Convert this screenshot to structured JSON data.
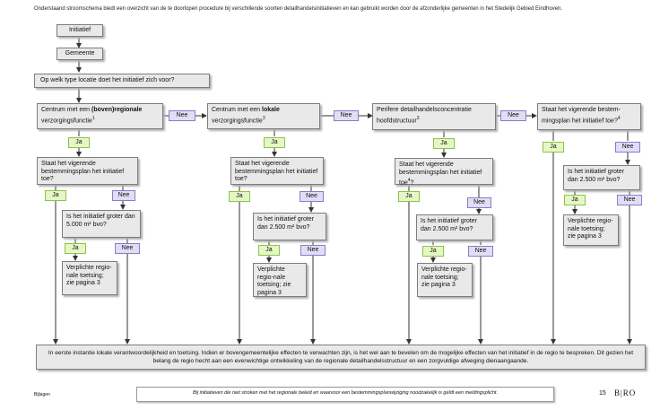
{
  "intro": "Onderstaand stroomschema biedt een overzicht van de te doorlopen procedure bij verschillende soorten detailhandelsinitiatieven en kan gebruikt worden door de afzonderlijke gemeenten in het Stedelijk Gebied Eindhoven.",
  "nodes": {
    "initiatief": "Initiatief",
    "gemeente": "Gemeente",
    "question_location": "Op welk type locatie doet het initiatief zich voor?",
    "col1": {
      "pre": "Centrum met een ",
      "bold": "(boven)regionale",
      "post": " verzorgingsfunctie",
      "sup": "1"
    },
    "col2": {
      "pre": "Centrum met een ",
      "bold": "lokale",
      "post": " verzorgingsfunctie",
      "sup": "3"
    },
    "col3": {
      "pre": "Perifere    detailhandelsconcentratie hoofdstructuur",
      "sup": "3"
    },
    "col4": {
      "text": "Staat het vigerende bestem-mingsplan het initiatief toe?",
      "sup": "4"
    },
    "q_plan_1": "Staat het vigerende bestemmingsplan het initiatief toe?",
    "q_plan_2": "Staat het vigerende bestemmingsplan het initiatief toe?",
    "q_plan_3": {
      "text": "Staat het vigerende bestemmingsplan het initiatief toe",
      "sup": "4",
      "post": "?"
    },
    "q_size_1": "Is het initiatief groter dan 5.000 m² bvo?",
    "q_size_2": "Is het initiatief groter dan 2.500 m² bvo?",
    "q_size_3": "Is het initiatief groter dan 2.500 m² bvo?",
    "q_size_4": "Is het initiatief groter dan 2.500 m² bvo?",
    "verplicht": "Verplichte regio-nale toetsing; zie pagina 3",
    "bottom": "In eerste instantie lokale verantwoordelijkheid en toetsing. Indien er bovengemeentelijke effecten te verwachten zijn, is het wel aan te bevelen om de mogelijke effecten van het initiatief in de regio te bespreken. Dit gezien het belang de regio hecht aan een evenwichtige ontwikkeling van de regionale detailhandelsstructuur en een zorgvuldige afweging dienaangaande."
  },
  "labels": {
    "ja": "Ja",
    "nee": "Nee"
  },
  "footer": {
    "left": "Bijlagen",
    "note": "Bij initiatieven die niet stroken met het regionale beleid en waarvoor een bestemmingsplanwijziging noodzakelijk is geldt een meldingsplicht.",
    "page": "15",
    "brand": "B|RO"
  },
  "colors": {
    "box": "#e9e9e9",
    "ja": "#e6f7c6",
    "nee": "#e3dcf5",
    "line": "#333333"
  }
}
